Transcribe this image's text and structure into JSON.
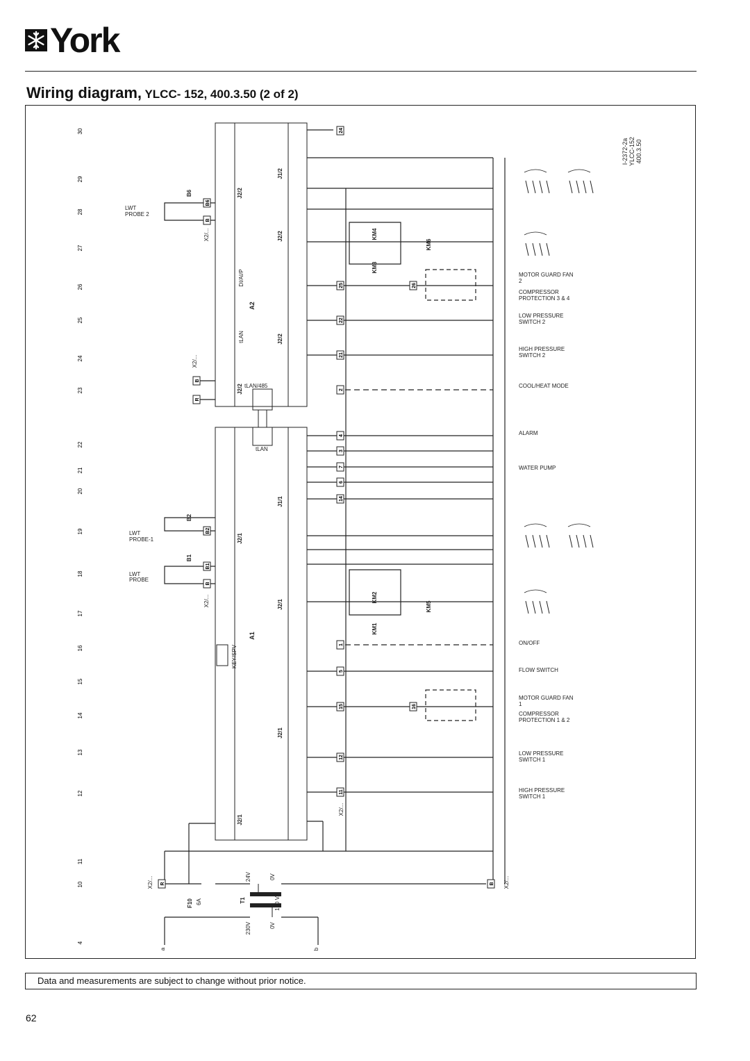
{
  "brand": {
    "name": "York"
  },
  "title": {
    "main": "Wiring diagram,",
    "sub": " YLCC- 152, 400.3.50 (2 of 2)"
  },
  "notice": "Data and measurements are subject to change without prior notice.",
  "page_number": "62",
  "diagram": {
    "row_numbers": [
      "30",
      "29",
      "28",
      "27",
      "26",
      "25",
      "24",
      "23",
      "22",
      "21",
      "20",
      "19",
      "18",
      "17",
      "16",
      "15",
      "14",
      "13",
      "12",
      "11",
      "10",
      "4"
    ],
    "drawing_ref": [
      "I-2372-2a",
      "YLCC-152",
      "400.3.50"
    ],
    "controllers": {
      "upper": "A2",
      "lower": "A1"
    },
    "probes": [
      "LWT PROBE 2",
      "LWT PROBE-1",
      "LWT PROBE"
    ],
    "sensors": [
      "B6",
      "B2",
      "B1"
    ],
    "ports": {
      "j11": "J1/1",
      "j12": "J1/2",
      "j21": "J2/1",
      "j22": "J2/2",
      "tlan": "tLAN",
      "tlan485": "tLAN/485",
      "di_ai_p": "DI/AI/P",
      "key_spv": "KEY/SPV",
      "x2": "X2/..."
    },
    "relays": [
      "KM1",
      "KM2",
      "KM3",
      "KM4",
      "KM5",
      "KM6"
    ],
    "right_labels": [
      "MOTOR GUARD FAN 2",
      "COMPRESSOR PROTECTION 3 & 4",
      "LOW PRESSURE SWITCH 2",
      "HIGH PRESSURE SWITCH 2",
      "COOL/HEAT MODE",
      "ALARM",
      "WATER PUMP",
      "ON/OFF",
      "FLOW SWITCH",
      "MOTOR GUARD FAN 1",
      "COMPRESSOR PROTECTION 1 & 2",
      "LOW PRESSURE SWITCH 1",
      "HIGH PRESSURE SWITCH 1"
    ],
    "terminals": [
      "24",
      "25",
      "26",
      "22",
      "21",
      "2",
      "4",
      "3",
      "7",
      "6",
      "14",
      "1",
      "5",
      "15",
      "16",
      "12",
      "11"
    ],
    "supply": {
      "fuse": "F10",
      "fuse_rating": "6A",
      "transformer": "T1",
      "rating": "150 VA",
      "v_in": "230V",
      "v_out": "24V",
      "zero": "0V",
      "phase_a": "a",
      "phase_b": "b"
    }
  }
}
